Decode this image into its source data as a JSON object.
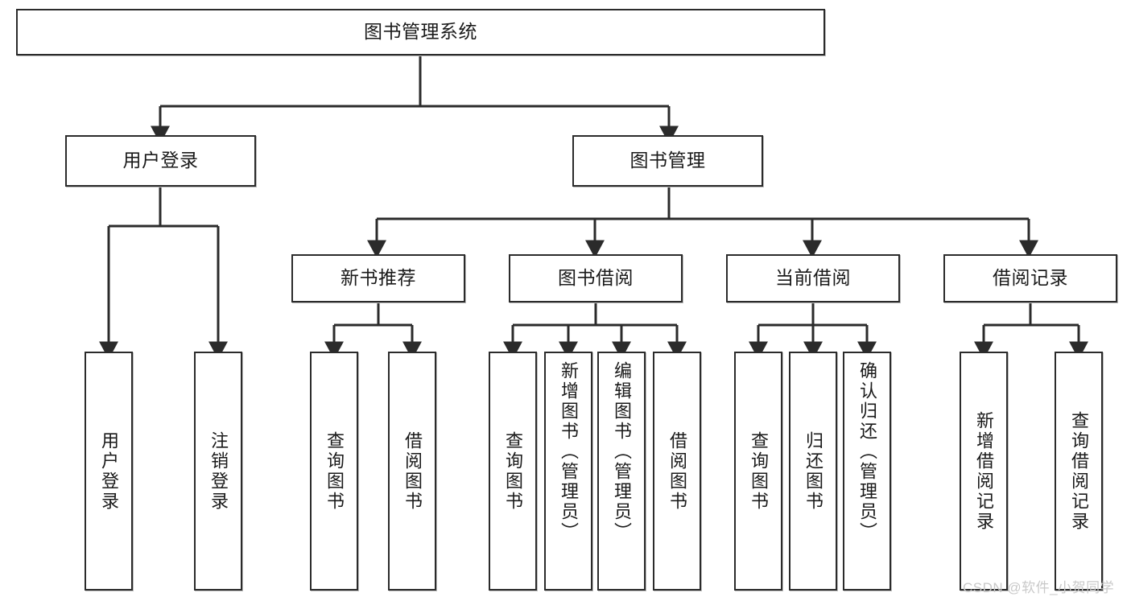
{
  "diagram": {
    "type": "tree",
    "title": "图书管理系统",
    "watermark": "CSDN @软件_小贺同学",
    "levels": {
      "root": {
        "label": "图书管理系统"
      },
      "level2": [
        {
          "id": "user-login",
          "label": "用户登录"
        },
        {
          "id": "book-management",
          "label": "图书管理"
        }
      ],
      "level3": [
        {
          "id": "new-book-recommend",
          "label": "新书推荐",
          "parent": "book-management"
        },
        {
          "id": "book-borrow",
          "label": "图书借阅",
          "parent": "book-management"
        },
        {
          "id": "current-borrow",
          "label": "当前借阅",
          "parent": "book-management"
        },
        {
          "id": "borrow-record",
          "label": "借阅记录",
          "parent": "book-management"
        }
      ],
      "leaves": [
        {
          "id": "leaf-user-login",
          "label": "用户登录",
          "parent": "user-login"
        },
        {
          "id": "leaf-logout-login",
          "label": "注销登录",
          "parent": "user-login"
        },
        {
          "id": "leaf-query-book-1",
          "label": "查询图书",
          "parent": "new-book-recommend"
        },
        {
          "id": "leaf-borrow-book-1",
          "label": "借阅图书",
          "parent": "new-book-recommend"
        },
        {
          "id": "leaf-query-book-2",
          "label": "查询图书",
          "parent": "book-borrow"
        },
        {
          "id": "leaf-add-book",
          "label": "新增图书（管理员）",
          "parent": "book-borrow"
        },
        {
          "id": "leaf-edit-book",
          "label": "编辑图书（管理员）",
          "parent": "book-borrow"
        },
        {
          "id": "leaf-borrow-book-2",
          "label": "借阅图书",
          "parent": "book-borrow"
        },
        {
          "id": "leaf-query-book-3",
          "label": "查询图书",
          "parent": "current-borrow"
        },
        {
          "id": "leaf-return-book",
          "label": "归还图书",
          "parent": "current-borrow"
        },
        {
          "id": "leaf-confirm-return",
          "label": "确认归还（管理员）",
          "parent": "current-borrow"
        },
        {
          "id": "leaf-add-record",
          "label": "新增借阅记录",
          "parent": "borrow-record"
        },
        {
          "id": "leaf-query-record",
          "label": "查询借阅记录",
          "parent": "borrow-record"
        }
      ]
    },
    "colors": {
      "stroke": "#2b2b2b",
      "fill": "#ffffff",
      "text": "#1a1a1a",
      "watermark": "#c9c9c9"
    }
  }
}
